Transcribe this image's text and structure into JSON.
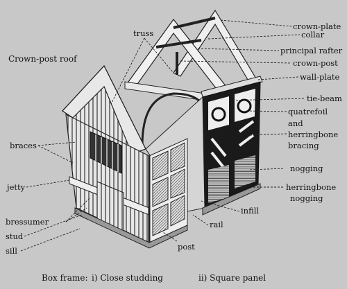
{
  "title": "Crown-post roof",
  "labels_right": {
    "crown_plate": "crown-plate",
    "collar": "collar",
    "principal_rafter": "principal rafter",
    "crown_post": "crown-post",
    "wall_plate": "wall-plate",
    "tie_beam": "tie-beam",
    "quatrefoil": "quatrefoil",
    "and": "and",
    "herringbone": "herringbone",
    "bracing": "bracing",
    "nogging": "nogging",
    "herringbone2": "herringbone",
    "nogging2": "nogging"
  },
  "labels_left": {
    "truss": "truss",
    "braces": "braces",
    "jetty": "jetty",
    "bressumer": "bressumer",
    "stud": "stud",
    "sill": "sill",
    "infill": "infill",
    "rail": "rail",
    "post": "post"
  },
  "caption": {
    "prefix": "Box frame:",
    "close": "i) Close studding",
    "square": "ii) Square panel"
  },
  "colors": {
    "background": "#c8c8c8",
    "ink": "#111111",
    "timber_light": "#e8e8e8",
    "timber_dark": "#1a1a1a"
  }
}
